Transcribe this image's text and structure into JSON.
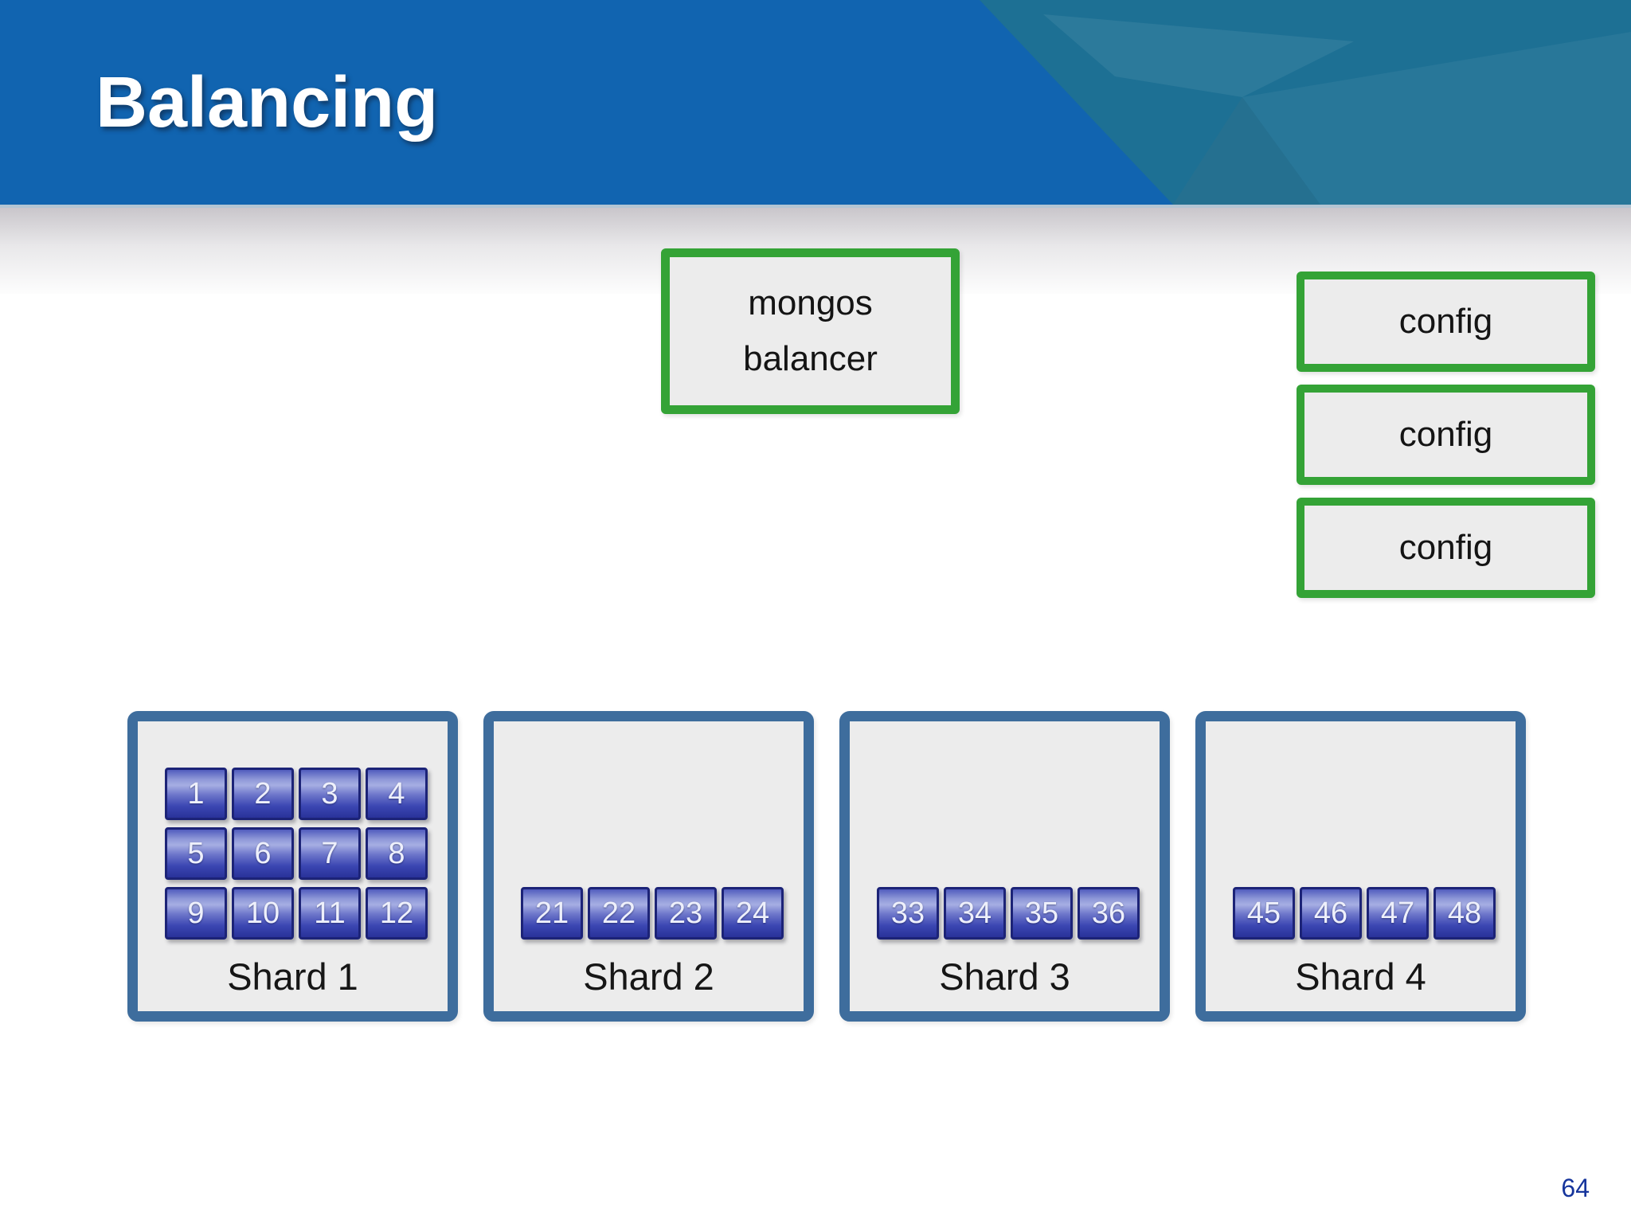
{
  "slide": {
    "title": "Balancing",
    "page_number": "64"
  },
  "mongos": {
    "title": "mongos",
    "subtitle": "balancer"
  },
  "config_servers": [
    "config",
    "config",
    "config"
  ],
  "shards": [
    {
      "name": "Shard 1",
      "chunks": [
        "1",
        "2",
        "3",
        "4",
        "5",
        "6",
        "7",
        "8",
        "9",
        "10",
        "11",
        "12"
      ]
    },
    {
      "name": "Shard 2",
      "chunks": [
        "21",
        "22",
        "23",
        "24"
      ]
    },
    {
      "name": "Shard 3",
      "chunks": [
        "33",
        "34",
        "35",
        "36"
      ]
    },
    {
      "name": "Shard 4",
      "chunks": [
        "45",
        "46",
        "47",
        "48"
      ]
    }
  ],
  "colors": {
    "header_blue": "#1164b0",
    "accent_teal": "#1d7094",
    "box_green": "#34a336",
    "box_fill_gray": "#ececec",
    "shard_border_blue": "#3e6d9d",
    "chunk_dark_blue": "#293299",
    "chunk_light_blue": "#a6aee3",
    "page_number_blue": "#16359c"
  }
}
